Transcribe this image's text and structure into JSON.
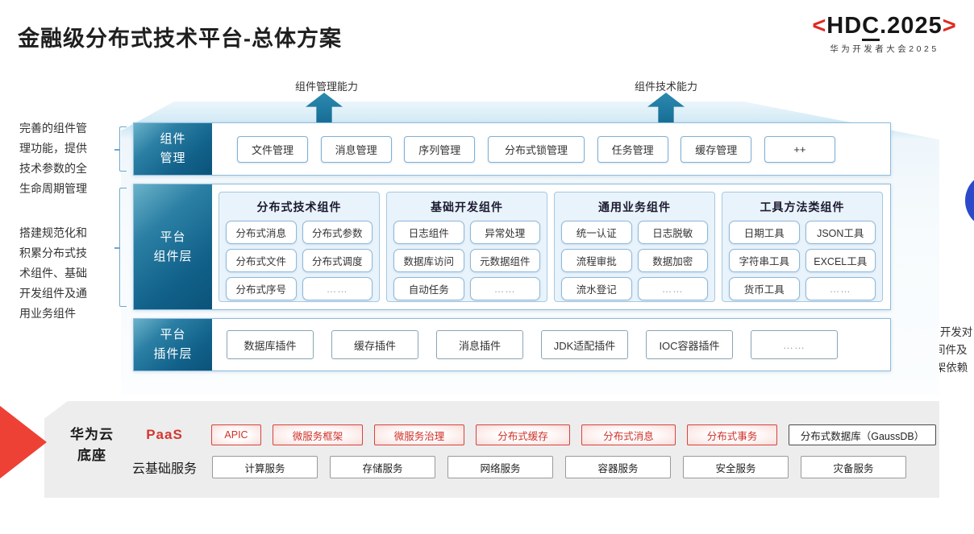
{
  "title": "金融级分布式技术平台-总体方案",
  "logo": {
    "bracket_left": "<",
    "hd": "HD",
    "c": "C",
    "rest": ".2025",
    "bracket_right": ">",
    "subtitle": "华为开发者大会2025"
  },
  "capability_arrows": [
    "组件管理能力",
    "组件技术能力"
  ],
  "left_notes": [
    "完善的组件管理功能，提供技术参数的全生命周期管理",
    "搭建规范化和积累分布式技术组件、基础开发组件及通用业务组件"
  ],
  "right_note": "解耦应用开发对基础中间件及Java框架依赖",
  "rows": {
    "management": {
      "label_lines": [
        "组件",
        "管理"
      ],
      "items": [
        "文件管理",
        "消息管理",
        "序列管理",
        "分布式锁管理",
        "任务管理",
        "缓存管理",
        "++"
      ]
    },
    "platform": {
      "label_lines": [
        "平台",
        "组件层"
      ],
      "groups": [
        {
          "title": "分布式技术组件",
          "items": [
            "分布式消息",
            "分布式参数",
            "分布式文件",
            "分布式调度",
            "分布式序号",
            "……"
          ]
        },
        {
          "title": "基础开发组件",
          "items": [
            "日志组件",
            "异常处理",
            "数据库访问",
            "元数据组件",
            "自动任务",
            "……"
          ]
        },
        {
          "title": "通用业务组件",
          "items": [
            "统一认证",
            "日志脱敏",
            "流程审批",
            "数据加密",
            "流水登记",
            "……"
          ]
        },
        {
          "title": "工具方法类组件",
          "items": [
            "日期工具",
            "JSON工具",
            "字符串工具",
            "EXCEL工具",
            "货币工具",
            "……"
          ]
        }
      ]
    },
    "plugin": {
      "label_lines": [
        "平台",
        "插件层"
      ],
      "items": [
        "数据库插件",
        "缓存插件",
        "消息插件",
        "JDK适配插件",
        "IOC容器插件",
        "……"
      ]
    }
  },
  "foundation": {
    "label_lines": [
      "华为云",
      "底座"
    ],
    "paas": {
      "label": "PaaS",
      "items": [
        "APIC",
        "微服务框架",
        "微服务治理",
        "分布式缓存",
        "分布式消息",
        "分布式事务"
      ],
      "db_item": "分布式数据库（GaussDB）"
    },
    "cloud": {
      "label": "云基础服务",
      "items": [
        "计算服务",
        "存储服务",
        "网络服务",
        "容器服务",
        "安全服务",
        "灾备服务"
      ]
    }
  },
  "colors": {
    "teal_label_dark": "#0b5379",
    "teal_arrow": "#1e7aa2",
    "accent_red": "#d2382e",
    "wedge_red": "#ee4135",
    "blue_dot": "#2b49c9",
    "panel_gray": "#ededee",
    "box_border_blue": "#7fb0d4",
    "backdrop_blue": "#cde7f5"
  }
}
